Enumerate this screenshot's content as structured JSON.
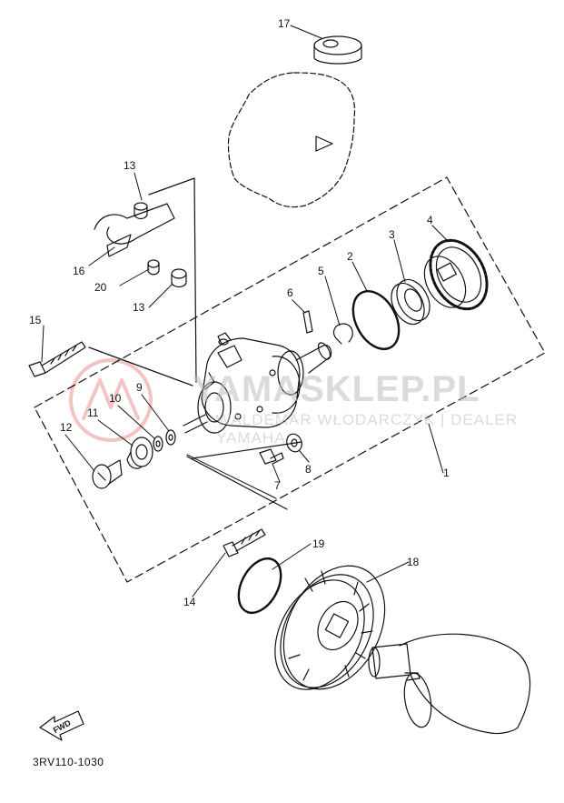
{
  "callouts": [
    {
      "id": "c17",
      "label": "17"
    },
    {
      "id": "c13a",
      "label": "13"
    },
    {
      "id": "c16",
      "label": "16"
    },
    {
      "id": "c20",
      "label": "20"
    },
    {
      "id": "c13b",
      "label": "13"
    },
    {
      "id": "c15",
      "label": "15"
    },
    {
      "id": "c6",
      "label": "6"
    },
    {
      "id": "c5",
      "label": "5"
    },
    {
      "id": "c2",
      "label": "2"
    },
    {
      "id": "c3",
      "label": "3"
    },
    {
      "id": "c4",
      "label": "4"
    },
    {
      "id": "c9",
      "label": "9"
    },
    {
      "id": "c10",
      "label": "10"
    },
    {
      "id": "c11",
      "label": "11"
    },
    {
      "id": "c12",
      "label": "12"
    },
    {
      "id": "c8",
      "label": "8"
    },
    {
      "id": "c7",
      "label": "7"
    },
    {
      "id": "c1",
      "label": "1"
    },
    {
      "id": "c19",
      "label": "19"
    },
    {
      "id": "c18",
      "label": "18"
    },
    {
      "id": "c14",
      "label": "14"
    }
  ],
  "fwd_label": "FWD",
  "diagram_code": "3RV110-1030",
  "watermark": {
    "brand": "YAMASKLEP.PL",
    "sub": "WALDEMAR WŁODARCZYK | DEALER YAMAHA"
  },
  "colors": {
    "ink": "#111111",
    "watermark": "#c8c8c8",
    "watermark_logo": "#f2c4c4"
  }
}
